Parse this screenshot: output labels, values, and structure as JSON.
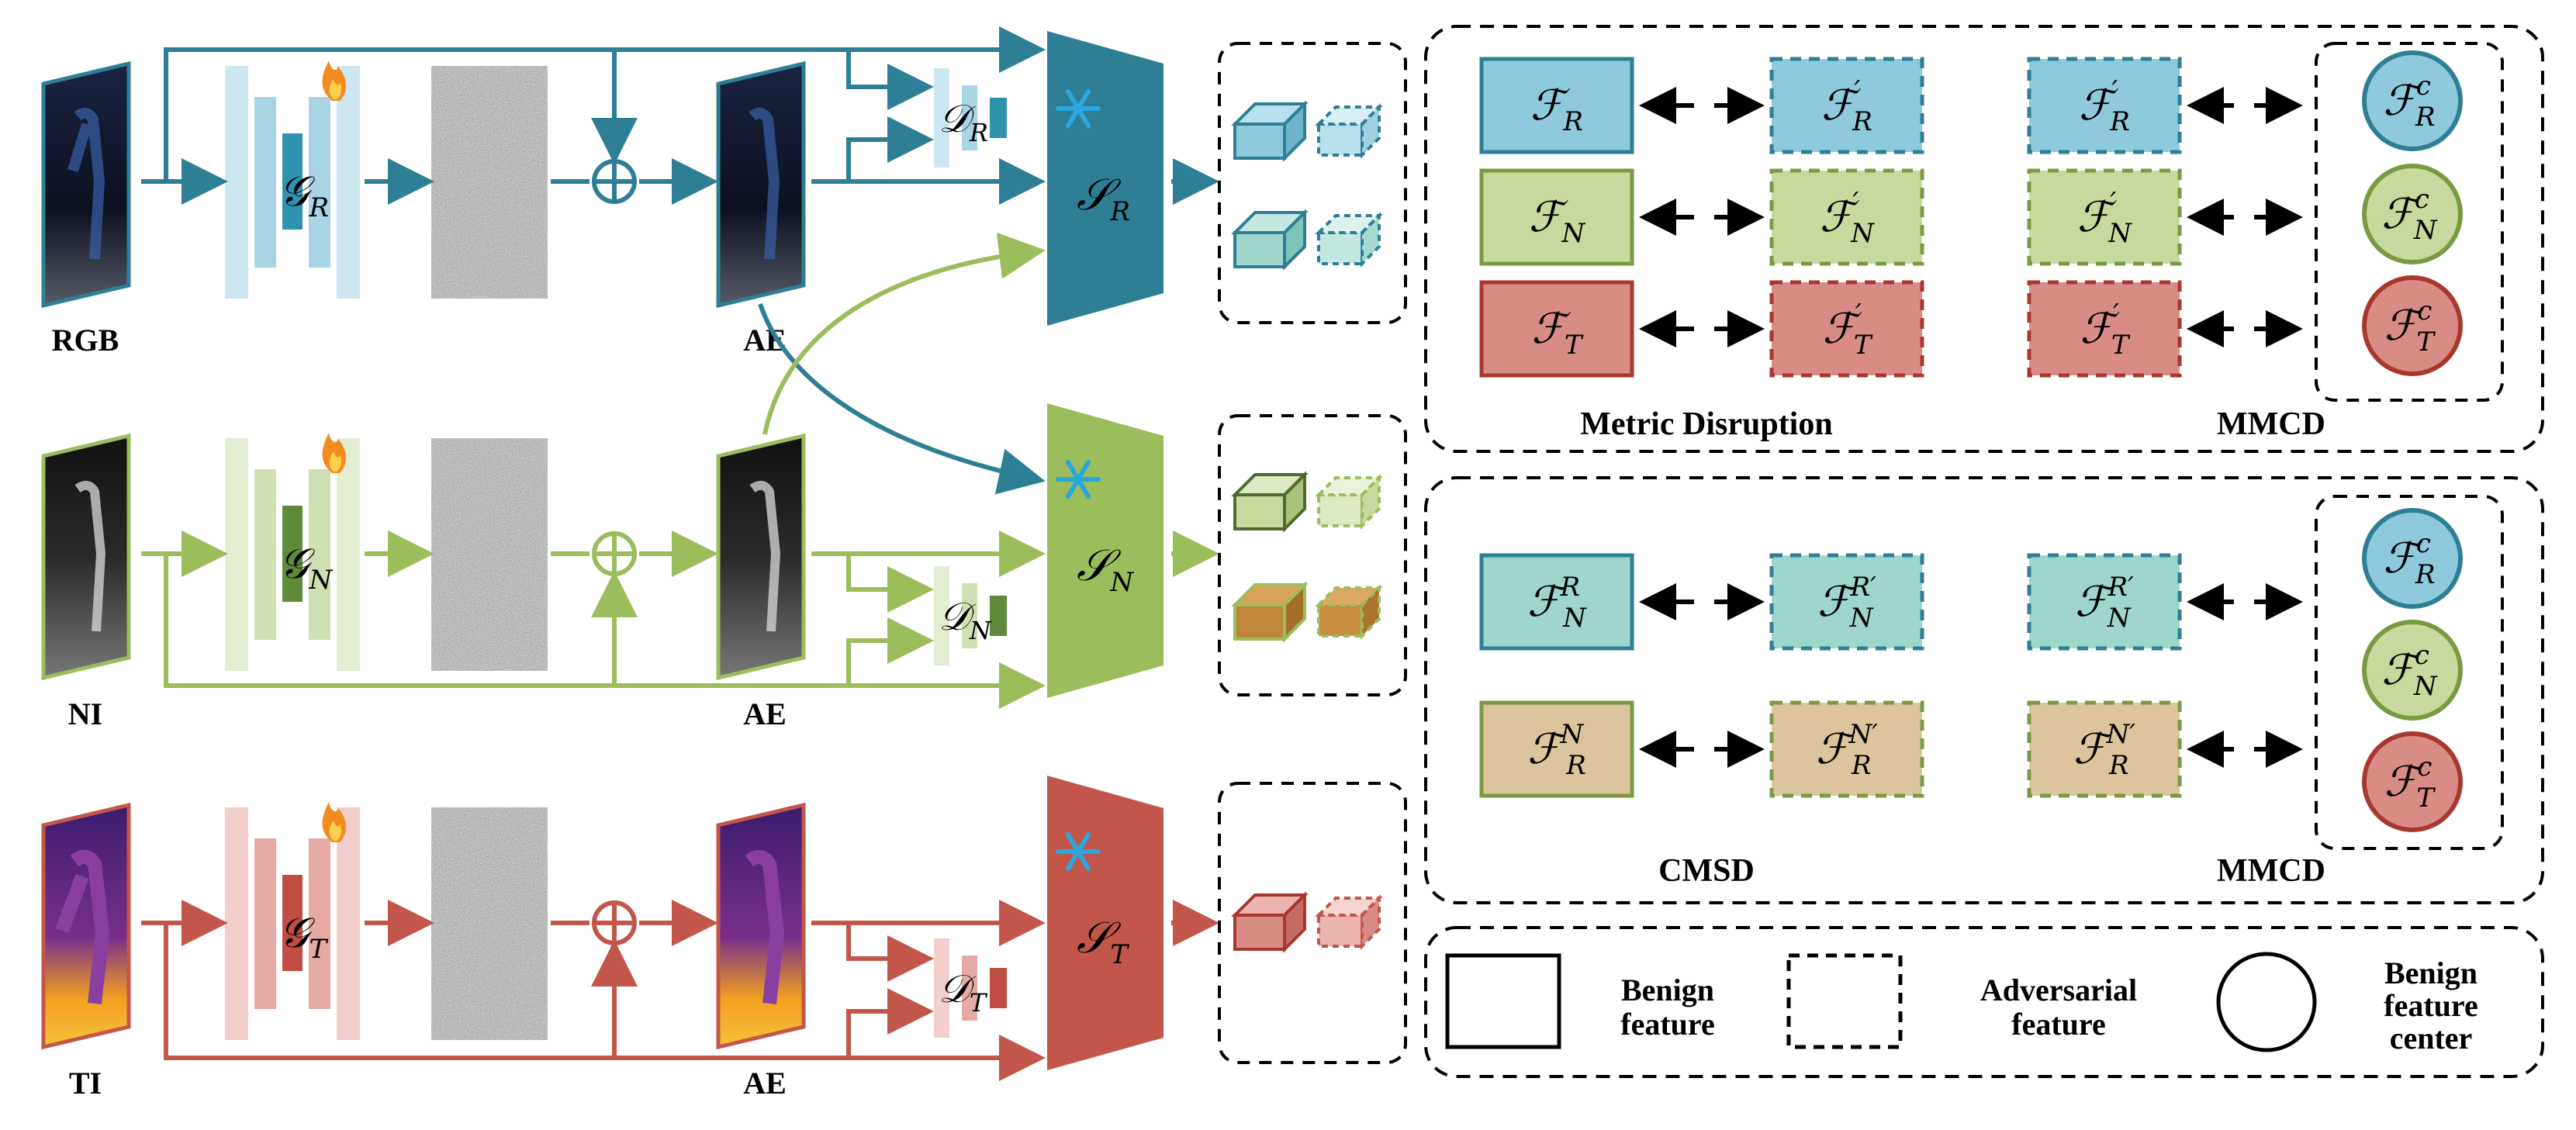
{
  "inputs": [
    {
      "label": "RGB",
      "gen_sub": "R",
      "disc_sub": "R",
      "model_sub": "R",
      "ae_label": "AE"
    },
    {
      "label": "NI",
      "gen_sub": "N",
      "disc_sub": "N",
      "model_sub": "N",
      "ae_label": "AE"
    },
    {
      "label": "TI",
      "gen_sub": "T",
      "disc_sub": "T",
      "model_sub": "T",
      "ae_label": "AE"
    }
  ],
  "symbols": {
    "generator": "𝒢",
    "discriminator": "𝒟",
    "model": "𝒮",
    "feature": "ℱ",
    "prime": "′",
    "center": "c"
  },
  "panel_metric": {
    "title_left": "Metric Disruption",
    "title_right": "MMCD",
    "rows": [
      {
        "sub": "R"
      },
      {
        "sub": "N"
      },
      {
        "sub": "T"
      }
    ]
  },
  "panel_cmsd": {
    "title_left": "CMSD",
    "title_right": "MMCD",
    "rows": [
      {
        "sub": "N",
        "sup": "R"
      },
      {
        "sub": "R",
        "sup": "N"
      }
    ],
    "centers": [
      {
        "sub": "R"
      },
      {
        "sub": "N"
      },
      {
        "sub": "T"
      }
    ]
  },
  "legend": {
    "benign": "Benign feature",
    "benign_l1": "Benign",
    "benign_l2": "feature",
    "adv_l1": "Adversarial",
    "adv_l2": "feature",
    "center_l1": "Benign",
    "center_l2": "feature",
    "center_l3": "center"
  },
  "colors": {
    "rgb": "#2e7f96",
    "ni": "#9bbd5c",
    "ti": "#c2564a",
    "rgb_fill": "#8ec9dc",
    "ni_fill": "#c8d99e",
    "ti_fill": "#d98c86",
    "teal_fill": "#9fd6cc",
    "tan_fill": "#dcc59c",
    "gen_rgb_light": "#cde7f0",
    "gen_rgb_dark": "#2f93b0",
    "gen_ni_light": "#e3edd1",
    "gen_ni_dark": "#5f8a3a",
    "gen_ti_light": "#f2cfcb",
    "gen_ti_dark": "#bf4d42",
    "snow": "#2aa7df",
    "flame": "#f28b22"
  }
}
